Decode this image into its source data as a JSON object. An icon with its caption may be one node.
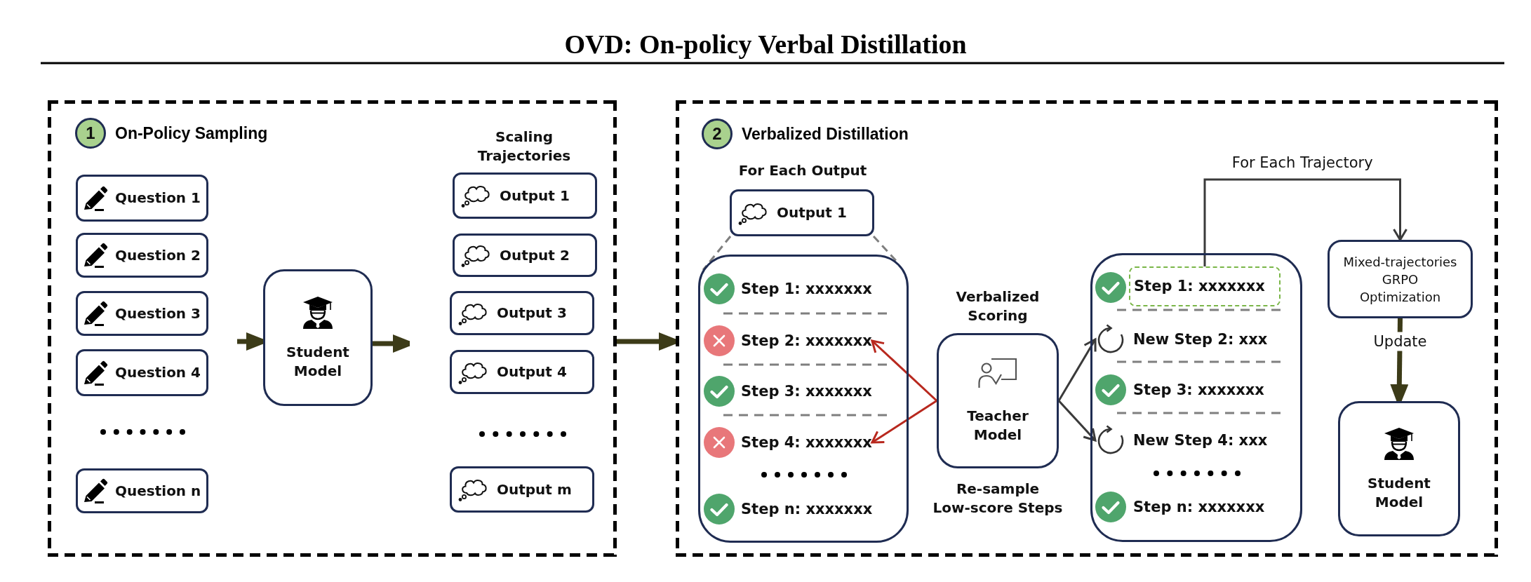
{
  "diagram": {
    "title": "OVD: On-policy Verbal Distillation",
    "nodes": [
      {
        "text": [
          "On-Policy Sampling"
        ]
      },
      {
        "text": [
          "1"
        ],
        "in": 0
      },
      {
        "text": [
          "Question 1"
        ],
        "in": 0
      },
      {
        "text": [
          "Question 2"
        ],
        "in": 0
      },
      {
        "text": [
          "Question 3"
        ],
        "in": 0
      },
      {
        "text": [
          "Question 4"
        ],
        "in": 0
      },
      {
        "text": [
          "Question n"
        ],
        "in": 0
      },
      {
        "text": [
          "Student Model"
        ],
        "in": 0
      },
      {
        "text": [
          "Output 1"
        ],
        "in": 0,
        "beside": [
          "Scaling Trajectories"
        ]
      },
      {
        "text": [
          "Output 2"
        ],
        "in": 0
      },
      {
        "text": [
          "Output 3"
        ],
        "in": 0
      },
      {
        "text": [
          "Output 4"
        ],
        "in": 0
      },
      {
        "text": [
          "Output m"
        ],
        "in": 0
      },
      {
        "text": [
          "Verbalized Distillation"
        ]
      },
      {
        "text": [
          "2"
        ],
        "in": 13
      },
      {
        "text": [
          "Output 1"
        ],
        "in": 13,
        "beside": [
          "For Each Output"
        ]
      },
      {
        "text": [],
        "shape": "box",
        "in": 13
      },
      {
        "text": [
          "Step 1: xxxxxxx"
        ],
        "in": 16
      },
      {
        "text": [
          "Step 2: xxxxxxx"
        ],
        "in": 16
      },
      {
        "text": [
          "Step 3: xxxxxxx"
        ],
        "in": 16
      },
      {
        "text": [
          "Step 4: xxxxxxx"
        ],
        "in": 16
      },
      {
        "text": [
          "Step n: xxxxxxx"
        ],
        "in": 16
      },
      {
        "text": [
          "Teacher Model"
        ],
        "in": 13,
        "beside": [
          "Verbalized Scoring",
          "Re-sample Low-score Steps"
        ]
      },
      {
        "text": [],
        "shape": "box",
        "in": 13
      },
      {
        "text": [
          "Step 1: xxxxxxx"
        ],
        "in": 23
      },
      {
        "text": [
          "New Step 2: xxx"
        ],
        "in": 23
      },
      {
        "text": [
          "Step 3: xxxxxxx"
        ],
        "in": 23
      },
      {
        "text": [
          "New Step 4: xxx"
        ],
        "in": 23
      },
      {
        "text": [
          "Step n: xxxxxxx"
        ],
        "in": 23
      },
      {
        "text": [
          "Mixed-trajectories GRPO Optimization"
        ],
        "in": 13
      },
      {
        "text": [
          "Student Model"
        ],
        "in": 13
      }
    ],
    "edges": [
      {
        "from": null,
        "to": 7,
        "arrow": "to",
        "style": "thick",
        "color": "#3c3b18"
      },
      {
        "from": 7,
        "to": null,
        "arrow": "to",
        "style": "thick",
        "color": "#3c3b18"
      },
      {
        "from": 0,
        "to": 13,
        "arrow": "to",
        "style": "thick",
        "color": "#3c3b18"
      },
      {
        "from": 15,
        "to": 16,
        "arrow": "none",
        "style": "dashed",
        "color": "#7f7f7f"
      },
      {
        "from": 15,
        "to": 16,
        "arrow": "none",
        "style": "dashed",
        "color": "#7f7f7f"
      },
      {
        "from": 22,
        "to": 18,
        "arrow": "to",
        "color": "#b8281e"
      },
      {
        "from": 22,
        "to": 20,
        "arrow": "to",
        "color": "#b8281e"
      },
      {
        "from": 22,
        "to": 25,
        "arrow": "to"
      },
      {
        "from": 22,
        "to": 27,
        "arrow": "to"
      },
      {
        "from": 24,
        "to": 29,
        "arrow": "to",
        "label": "For Each Trajectory"
      },
      {
        "from": 29,
        "to": 30,
        "arrow": "to",
        "label": "Update",
        "style": "thick",
        "color": "#3c3b18"
      }
    ]
  }
}
